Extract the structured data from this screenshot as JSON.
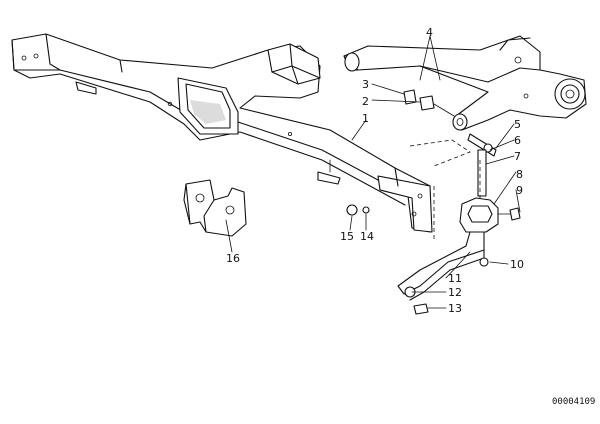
{
  "callouts": {
    "c1": "1",
    "c2": "2",
    "c3": "3",
    "c4": "4",
    "c5": "5",
    "c6": "6",
    "c7": "7",
    "c8": "8",
    "c9": "9",
    "c10": "10",
    "c11": "11",
    "c12": "12",
    "c13": "13",
    "c14": "14",
    "c15": "15",
    "c16": "16"
  },
  "document_number": "00004109"
}
